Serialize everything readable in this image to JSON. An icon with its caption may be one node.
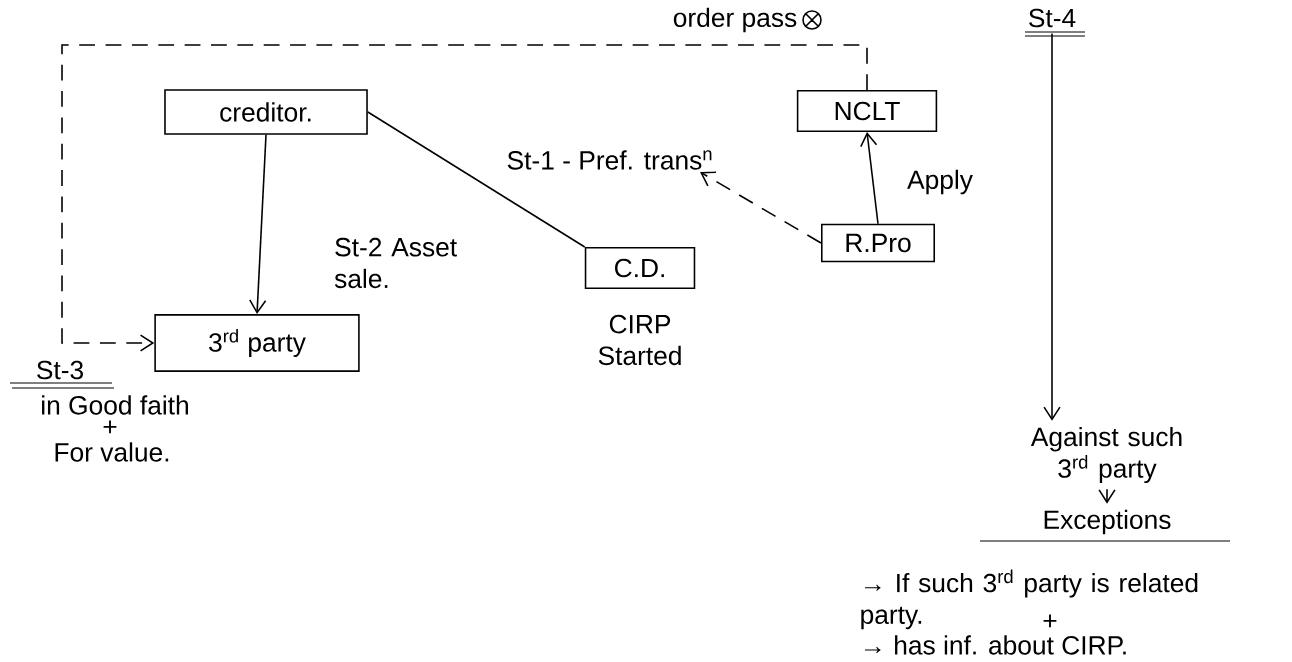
{
  "diagram": {
    "nodes": [
      {
        "text": [
          "creditor."
        ]
      },
      {
        "text": [
          "3$^{rd}$ party"
        ]
      },
      {
        "text": [
          "C.D."
        ],
        "beside": [
          "CIRP Started"
        ]
      },
      {
        "text": [
          "NCLT"
        ]
      },
      {
        "text": [
          "R.Pro"
        ]
      },
      {
        "text": [
          "St-4"
        ]
      },
      {
        "text": [
          "Against such 3$^{rd}$ party"
        ]
      },
      {
        "text": [
          "Exceptions"
        ]
      }
    ],
    "edges": [
      {
        "from": 0,
        "to": 1,
        "arrow": "to",
        "label": "St-2 Asset sale."
      },
      {
        "from": 0,
        "to": 2,
        "arrow": "none",
        "label": "St-1 - Pref. trans$^{n}$"
      },
      {
        "from": 4,
        "to": null,
        "arrow": "to",
        "style": "dashed"
      },
      {
        "from": 4,
        "to": 3,
        "arrow": "to",
        "label": "Apply"
      },
      {
        "from": 3,
        "to": 1,
        "arrow": "to",
        "style": "dashed"
      },
      {
        "from": 5,
        "to": 6,
        "arrow": "to"
      },
      {
        "from": 6,
        "to": 7,
        "arrow": "to"
      }
    ],
    "labels": [
      "order pass",
      "St-3",
      "in Good faith",
      "+",
      "For value.",
      "→ If such 3$^{rd}$ party is related party.",
      "+",
      "→ has inf. about CIRP."
    ]
  }
}
